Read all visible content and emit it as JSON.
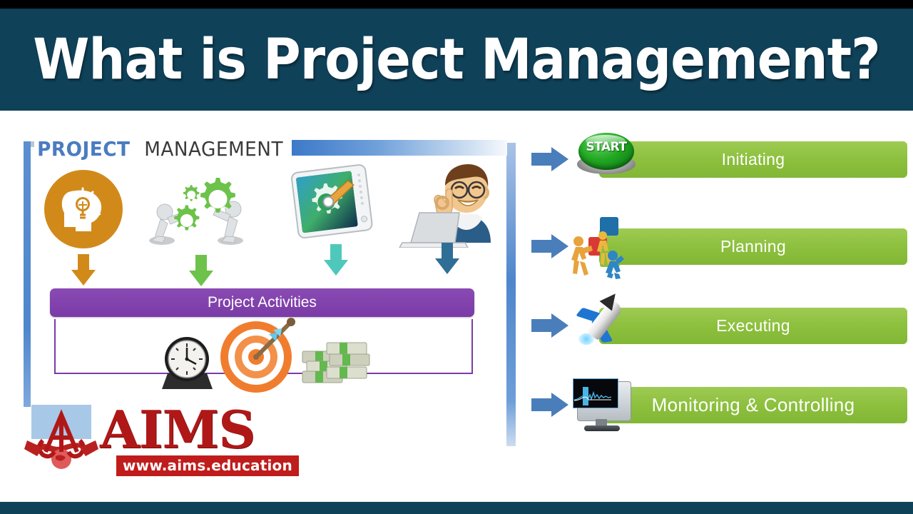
{
  "slide": {
    "title": "What is Project Management?",
    "title_bg": "#0f4159",
    "title_color": "#ffffff"
  },
  "diagram": {
    "header": {
      "word1": "PROJECT",
      "word2": "MANAGEMENT",
      "word1_color": "#4a7cc0",
      "word2_color": "#3a3a3a"
    },
    "inputs": [
      {
        "name": "idea-head-icon",
        "label": "",
        "arrow_color": "#d18a1a"
      },
      {
        "name": "gears-teamwork-icon",
        "label": "",
        "arrow_color": "#6cc24a"
      },
      {
        "name": "tablet-gear-settings-icon",
        "label": "",
        "arrow_color": "#4fc8bc"
      },
      {
        "name": "man-with-laptop-icon",
        "label": "",
        "arrow_color": "#2f6f96"
      }
    ],
    "activities_bar": {
      "label": "Project Activities",
      "color": "#7a3ba6"
    },
    "constraints": [
      {
        "name": "clock-icon"
      },
      {
        "name": "target-dartboard-icon"
      },
      {
        "name": "money-stacks-icon"
      }
    ]
  },
  "phases": {
    "arrow_color": "#4a7ebb",
    "bar_color": "#8bbf3c",
    "items": [
      {
        "label": "Initiating",
        "icon": "start-button-icon"
      },
      {
        "label": "Planning",
        "icon": "people-building-blocks-icon"
      },
      {
        "label": "Executing",
        "icon": "rocket-launch-icon"
      },
      {
        "label": "Monitoring & Controlling",
        "icon": "monitor-chart-icon"
      }
    ]
  },
  "logo": {
    "name": "AIMS",
    "url": "www.aims.education",
    "color": "#b01818",
    "url_bg": "#c01c1c"
  }
}
